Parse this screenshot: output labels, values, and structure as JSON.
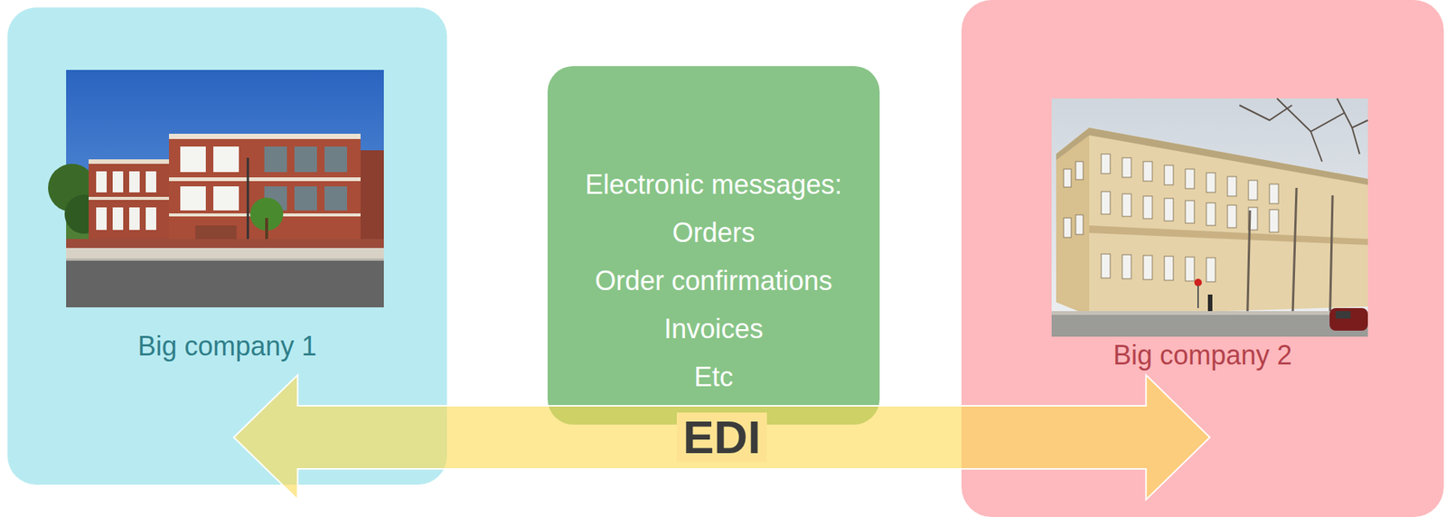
{
  "diagram": {
    "nodes": [
      {
        "text": [
          "Big company 1"
        ]
      },
      {
        "text": [
          "Electronic messages:",
          "Orders",
          "Order confirmations",
          "Invoices",
          "Etc"
        ]
      },
      {
        "text": [
          "Big company 2"
        ]
      }
    ],
    "edges": [
      {
        "from": 0,
        "to": 2,
        "arrow": "both",
        "label": "EDI"
      }
    ]
  }
}
